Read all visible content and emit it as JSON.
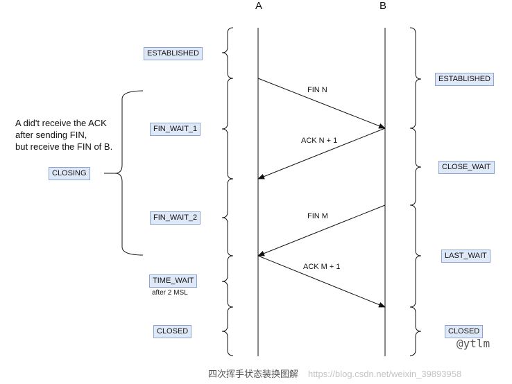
{
  "columns": {
    "a": "A",
    "b": "B"
  },
  "a_states": {
    "established": "ESTABLISHED",
    "fin_wait_1": "FIN_WAIT_1",
    "fin_wait_2": "FIN_WAIT_2",
    "time_wait": "TIME_WAIT",
    "time_wait_note": "after 2 MSL",
    "closed": "CLOSED"
  },
  "b_states": {
    "established": "ESTABLISHED",
    "close_wait": "CLOSE_WAIT",
    "last_wait": "LAST_WAIT",
    "closed": "CLOSED"
  },
  "messages": {
    "fin_n": "FIN N",
    "ack_n1": "ACK N + 1",
    "fin_m": "FIN M",
    "ack_m1": "ACK M + 1"
  },
  "note": {
    "line1": "A  did't receive the ACK",
    "line2": "after sending FIN,",
    "line3": "but receive the FIN of B.",
    "closing": "CLOSING"
  },
  "caption": {
    "title": "四次挥手状态装换图解",
    "url": "https://blog.csdn.net/weixin_39893958"
  },
  "watermark": "@ytlm",
  "colors": {
    "state_fill": "#dfe8f7",
    "state_border": "#8aa4d6",
    "line": "#111111"
  }
}
